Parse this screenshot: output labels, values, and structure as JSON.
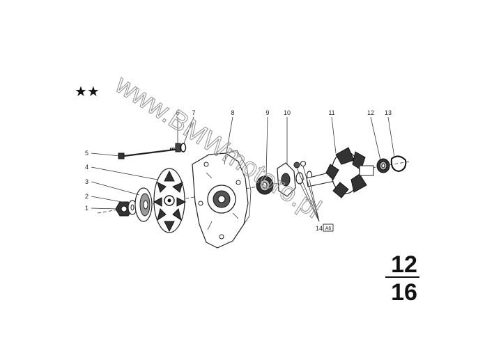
{
  "header": {
    "stars": "★★"
  },
  "callouts": [
    "1",
    "2",
    "3",
    "4",
    "5",
    "6",
    "7",
    "8",
    "9",
    "10",
    "11",
    "12",
    "13",
    "14"
  ],
  "kit_tag": "A6",
  "page_number": {
    "top": "12",
    "bottom": "16"
  },
  "watermark": "www.BMWmotoro.pl",
  "colors": {
    "ink": "#222222",
    "watermark": "#9a9a9a",
    "background": "#ffffff"
  }
}
